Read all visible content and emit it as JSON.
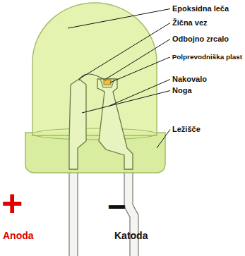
{
  "diagram": {
    "labels": [
      "Epoksidna leča",
      "Žična vez",
      "Odbojno zrcalo",
      "Polprevodniška plast",
      "Nakovalo",
      "Noga",
      "Ležišče",
      "+",
      "Anoda",
      "−",
      "Katoda"
    ]
  }
}
